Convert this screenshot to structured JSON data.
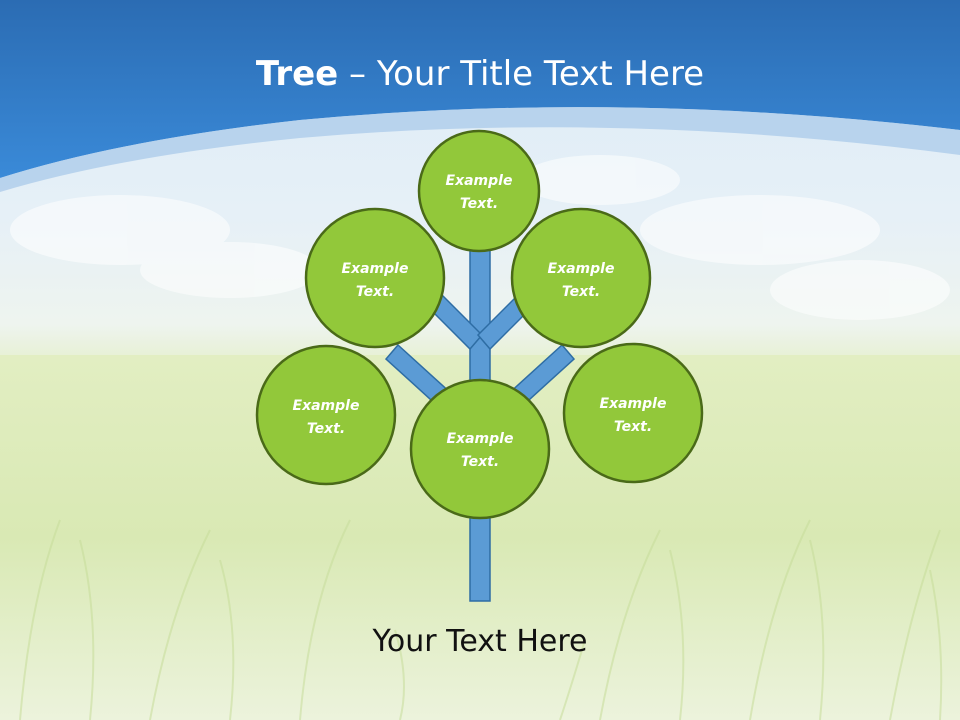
{
  "slide": {
    "title_bold": "Tree",
    "title_rest": " – Your Title Text Here",
    "caption": "Your Text Here"
  },
  "colors": {
    "header_blue": "#2f7fcf",
    "trunk_fill": "#5b9bd5",
    "trunk_stroke": "#2e6da4",
    "node_fill": "#92c83a",
    "node_stroke": "#4a6a18"
  },
  "nodes": [
    {
      "label_line1": "Example",
      "label_line2": "Text."
    },
    {
      "label_line1": "Example",
      "label_line2": "Text."
    },
    {
      "label_line1": "Example",
      "label_line2": "Text."
    },
    {
      "label_line1": "Example",
      "label_line2": "Text."
    },
    {
      "label_line1": "Example",
      "label_line2": "Text."
    },
    {
      "label_line1": "Example",
      "label_line2": "Text."
    }
  ]
}
